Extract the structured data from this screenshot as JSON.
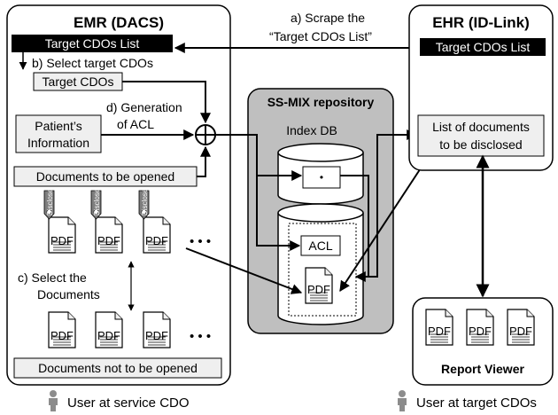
{
  "emr": {
    "title": "EMR (DACS)",
    "target_cdos_list": "Target CDOs List",
    "step_b": "b) Select target CDOs",
    "target_cdos": "Target CDOs",
    "patient_info_line1": "Patient’s",
    "patient_info_line2": "Information",
    "step_d_line1": "d) Generation",
    "step_d_line2": "of ACL",
    "docs_to_open": "Documents to be opened",
    "disclose_tag": "Disclose",
    "pdf_label": "PDF",
    "ellipsis": "• • •",
    "step_c_line1": "c) Select the",
    "step_c_line2": "Documents",
    "docs_not_open": "Documents not to be opened",
    "user_label": "User at service CDO"
  },
  "scrape": {
    "line1": "a) Scrape the",
    "line2": "“Target CDOs List”"
  },
  "ssmix": {
    "title": "SS-MIX repository",
    "index_db": "Index DB",
    "index_dot": "•",
    "acl": "ACL",
    "pdf_label": "PDF"
  },
  "ehr": {
    "title": "EHR (ID-Link)",
    "target_cdos_list": "Target CDOs List",
    "disclosed_line1": "List of documents",
    "disclosed_line2": "to be disclosed",
    "pdf_label": "PDF",
    "report_viewer": "Report Viewer",
    "user_label": "User at target CDOs"
  },
  "colors": {
    "black": "#000000",
    "grey_panel": "#bfbfbf",
    "light_box": "#efefef",
    "tag_grey": "#7f7f7f",
    "user_icon": "#8c8c8c"
  }
}
